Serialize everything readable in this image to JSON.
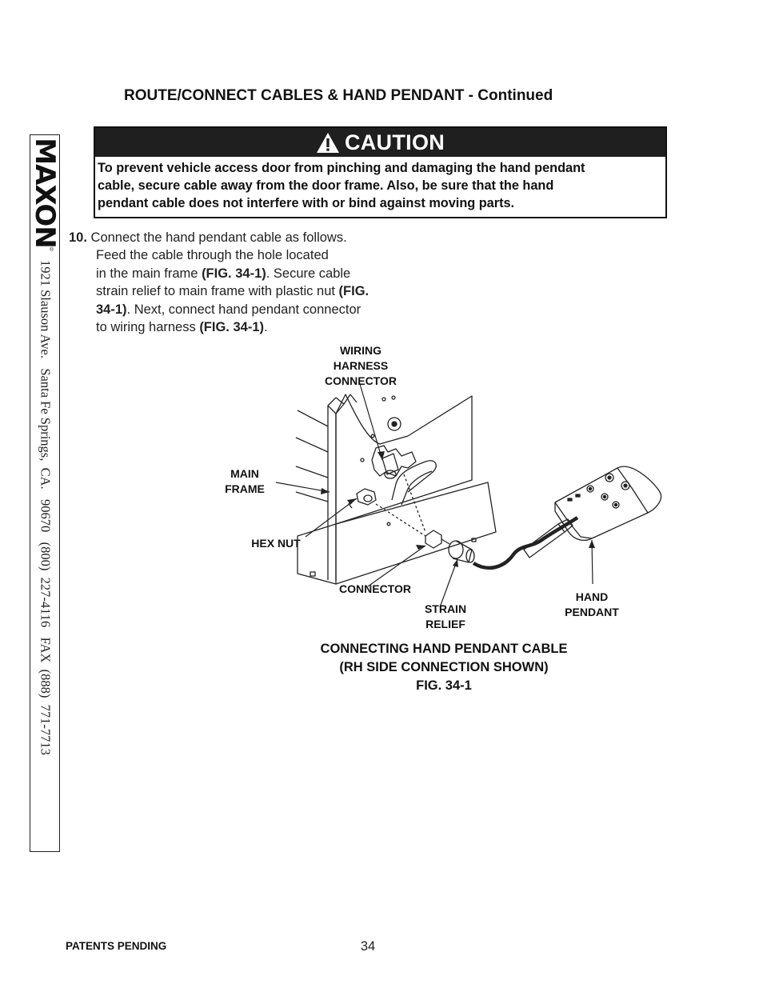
{
  "section_title": "ROUTE/CONNECT CABLES & HAND PENDANT - Continued",
  "sidebar": {
    "logo_text": "MAXON",
    "registered_mark": "®",
    "address": "1921 Slauson Ave.   Santa Fe Springs,  CA.   90670   (800)  227-4116   FAX  (888)  771-7713"
  },
  "caution": {
    "title": "CAUTION",
    "body_lines": [
      "To prevent vehicle access door from pinching and damaging the hand pendant",
      "cable, secure cable away from the door frame. Also, be sure that the hand",
      "pendant cable does not interfere with or bind against moving parts."
    ]
  },
  "step": {
    "number": "10.",
    "l1": " Connect the hand pendant cable as follows.",
    "l2": "Feed the cable through the hole located",
    "l3_a": "in the main frame ",
    "l3_b": "(FIG. 34-1)",
    "l3_c": ". Secure cable",
    "l4_a": "strain relief to main frame with plastic nut ",
    "l4_b": "(FIG.",
    "l5_a": "34-1)",
    "l5_b": ". Next, connect hand pendant connector",
    "l6_a": "to wiring harness ",
    "l6_b": "(FIG. 34-1)",
    "l6_c": "."
  },
  "figure": {
    "labels": {
      "wiring_harness": "WIRING\nHARNESS\nCONNECTOR",
      "main_frame": "MAIN\nFRAME",
      "hex_nut": "HEX NUT",
      "connector": "CONNECTOR",
      "strain_relief": "STRAIN\nRELIEF",
      "hand_pendant": "HAND\nPENDANT"
    },
    "caption": {
      "line1": "CONNECTING HAND PENDANT CABLE",
      "line2": "(RH SIDE CONNECTION SHOWN)",
      "line3": "FIG. 34-1"
    }
  },
  "footer": {
    "patents": "PATENTS PENDING",
    "page_number": "34"
  }
}
